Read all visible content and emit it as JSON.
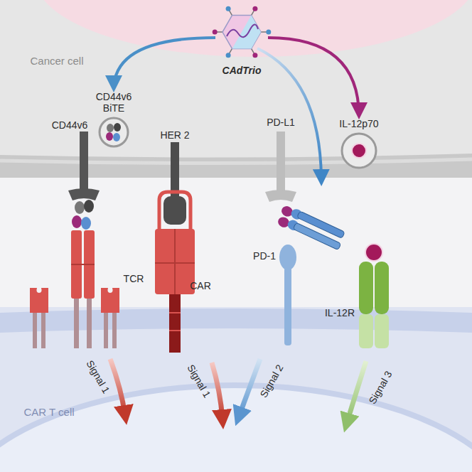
{
  "diagram": {
    "nodes": [
      {
        "text": [
          "Cancer cell"
        ]
      },
      {
        "text": [
          "CAdTrio"
        ],
        "in": 0
      },
      {
        "text": [
          "CD44v6 BiTE"
        ],
        "in": 0
      },
      {
        "text": [
          "IL-12p70"
        ],
        "in": 0
      },
      {
        "text": [
          "CAR T cell"
        ]
      }
    ],
    "edges": [
      {
        "from": 1,
        "to": 2,
        "arrow": "to"
      },
      {
        "from": 1,
        "to": 3,
        "arrow": "to"
      }
    ],
    "labels": [
      "CD44v6",
      "HER 2",
      "PD-L1",
      "TCR",
      "CAR",
      "PD-1",
      "IL-12R",
      "Signal 1",
      "Signal 1",
      "Signal 2",
      "Signal 3"
    ]
  }
}
